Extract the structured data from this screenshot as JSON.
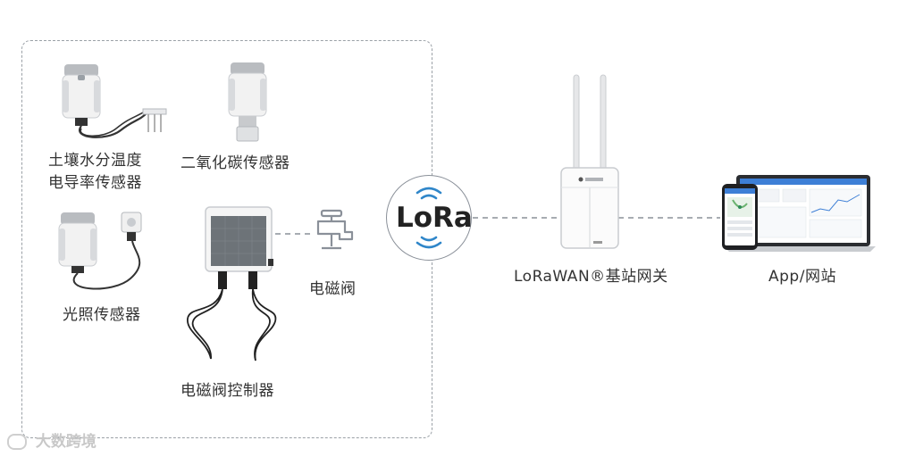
{
  "diagram": {
    "nodes": {
      "soil_sensor": {
        "label_line1": "土壤水分温度",
        "label_line2": "电导率传感器",
        "icon": "soil-moisture-sensor-icon"
      },
      "co2_sensor": {
        "label": "二氧化碳传感器",
        "icon": "co2-sensor-icon"
      },
      "light_sensor": {
        "label": "光照传感器",
        "icon": "light-sensor-icon"
      },
      "valve_controller": {
        "label": "电磁阀控制器",
        "icon": "solenoid-valve-controller-icon"
      },
      "solenoid_valve": {
        "label": "电磁阀",
        "icon": "faucet-valve-icon"
      },
      "lora": {
        "label": "LoRa",
        "icon": "lora-signal-icon"
      },
      "gateway": {
        "label": "LoRaWAN®基站网关",
        "icon": "gateway-icon"
      },
      "app": {
        "label": "App/网站",
        "icon": "laptop-phone-icon"
      }
    },
    "watermark": "大数跨境"
  },
  "colors": {
    "line": "#8a9099",
    "sensor_body": "#f2f2f2",
    "sensor_cap": "#b9bcc0",
    "lora_signal": "#2f86c9",
    "text": "#333333"
  }
}
